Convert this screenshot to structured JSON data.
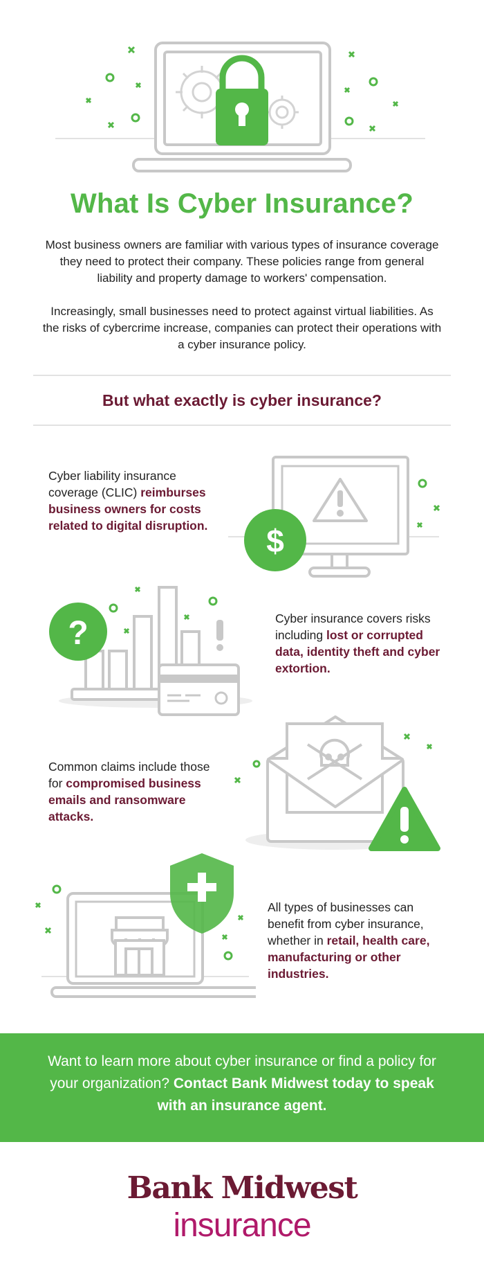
{
  "page": {
    "title": "What Is Cyber Insurance?",
    "intro_1": "Most business owners are familiar with various types of insurance coverage they need to protect their company. These policies range from general liability and property damage to workers' compensation.",
    "intro_2": "Increasingly, small businesses need to protect against virtual liabilities. As the risks of cybercrime increase, companies can protect their operations with a cyber insurance policy.",
    "subheading": "But what exactly is cyber insurance?"
  },
  "sections": [
    {
      "text": "Cyber liability insurance coverage (CLIC) ",
      "bold": "reimburses business owners for costs related to digital disruption.",
      "icon": "monitor-warning-dollar-icon"
    },
    {
      "text": "Cyber insurance covers risks including ",
      "bold": "lost or corrupted data, identity theft and cyber extortion.",
      "icon": "bar-chart-credit-card-icon"
    },
    {
      "text": "Common claims include those for ",
      "bold": "compromised business emails and ransomware attacks.",
      "icon": "envelope-skull-warning-icon"
    },
    {
      "text": "All types of businesses can benefit from cyber insurance, whether in ",
      "bold": "retail, health care, manufacturing or other industries.",
      "icon": "laptop-store-shield-icon"
    }
  ],
  "cta": {
    "text": "Want to learn more about cyber insurance or find a policy for your organization? ",
    "bold": "Contact Bank Midwest today to speak with an insurance agent."
  },
  "logo": {
    "line1": "Bank Midwest",
    "line2": "insurance"
  },
  "colors": {
    "green": "#53b748",
    "maroon": "#6b1a33",
    "magenta": "#b01a6a",
    "gray": "#c8c8c8"
  }
}
